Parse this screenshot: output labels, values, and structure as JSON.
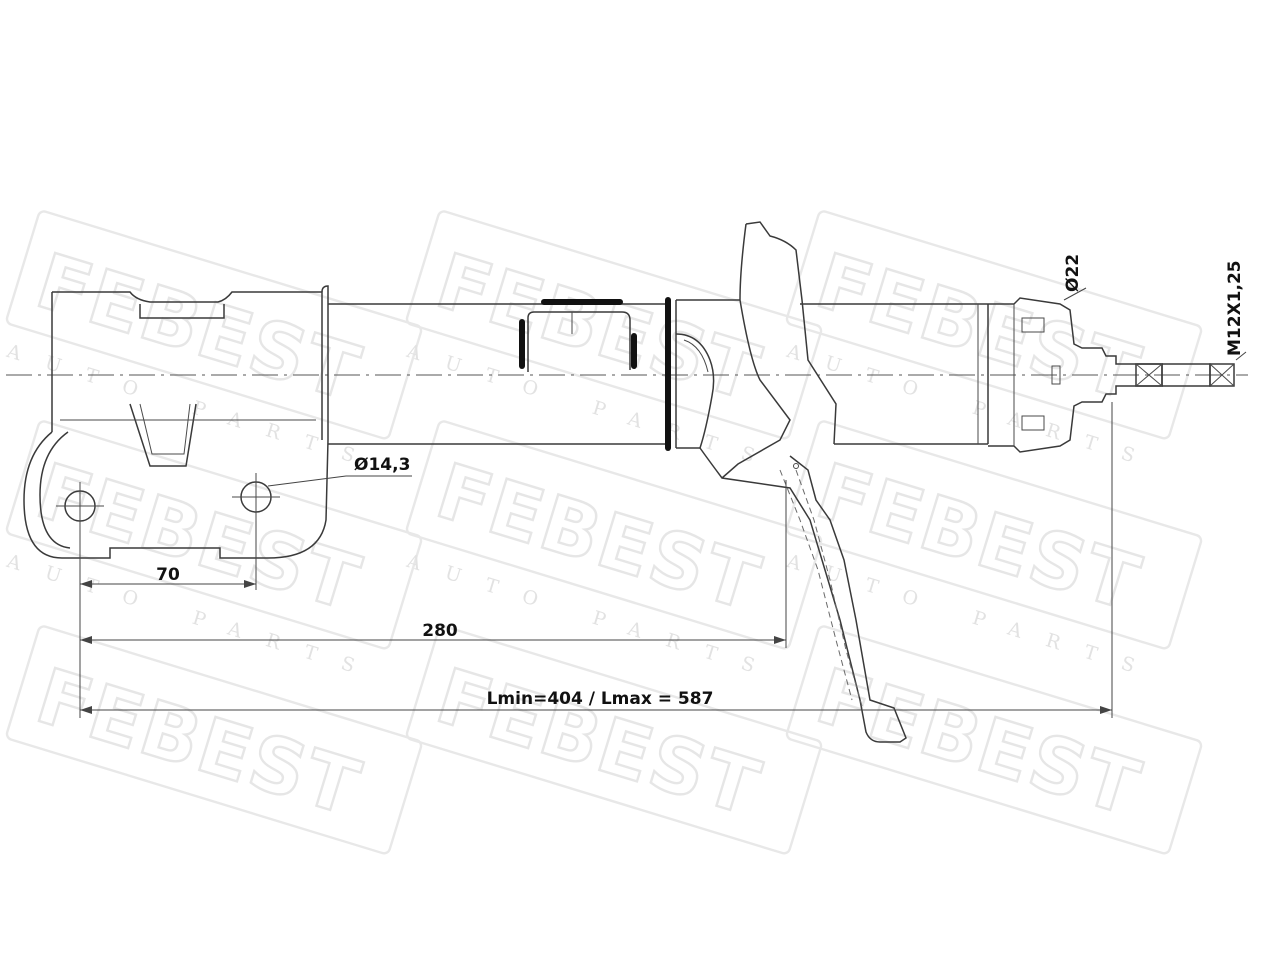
{
  "watermark": {
    "brand": "FEBEST",
    "tagline": "AUTO PARTS"
  },
  "dimensions": {
    "bolt_spacing": "70",
    "length_to_bracket": "280",
    "hole_diameter": "Ø14,3",
    "rod_diameter": "Ø22",
    "thread": "M12X1,25",
    "length_range": "Lmin=404 / Lmax = 587"
  },
  "colors": {
    "line": "#3a3a3a",
    "watermark": "#e6e6e6",
    "background": "#ffffff"
  }
}
